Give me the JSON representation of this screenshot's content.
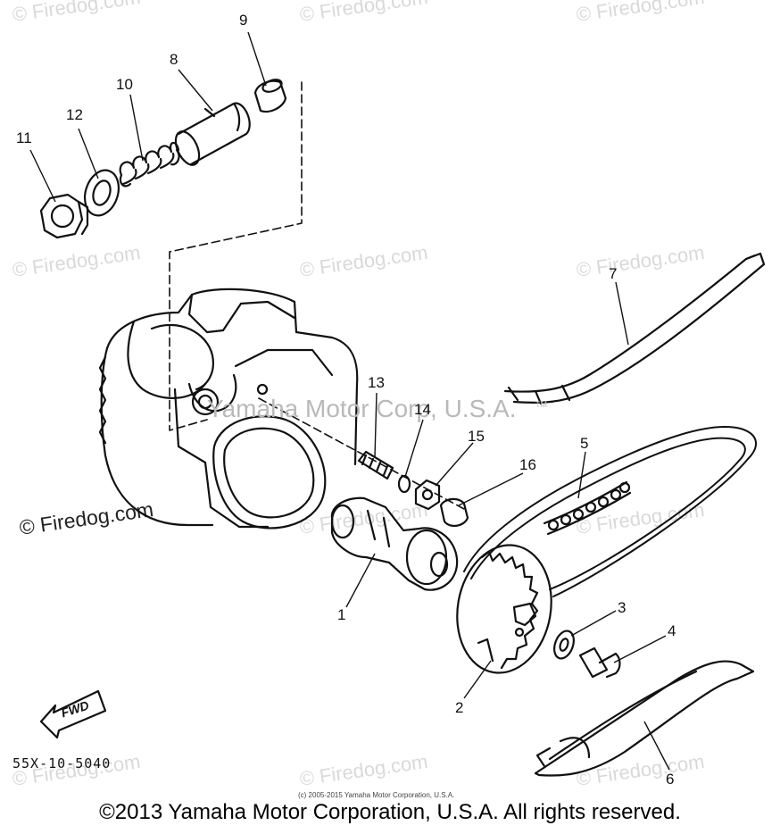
{
  "watermarks": {
    "brand": "© Firedog.com",
    "main": "Yamaha Motor Corp, U.S.A.",
    "trademark": "TM"
  },
  "labels": {
    "p1": "1",
    "p2": "2",
    "p3": "3",
    "p4": "4",
    "p5": "5",
    "p6": "6",
    "p7": "7",
    "p8": "8",
    "p9": "9",
    "p10": "10",
    "p11": "11",
    "p12": "12",
    "p13": "13",
    "p14": "14",
    "p15": "15",
    "p16": "16"
  },
  "fwd_mark": "FWD",
  "part_code": "55X-10-5040",
  "small_copyright": "(c) 2005-2015 Yamaha Motor Corporation, U.S.A.",
  "copyright": "©2013 Yamaha Motor Corporation, U.S.A. All rights reserved."
}
